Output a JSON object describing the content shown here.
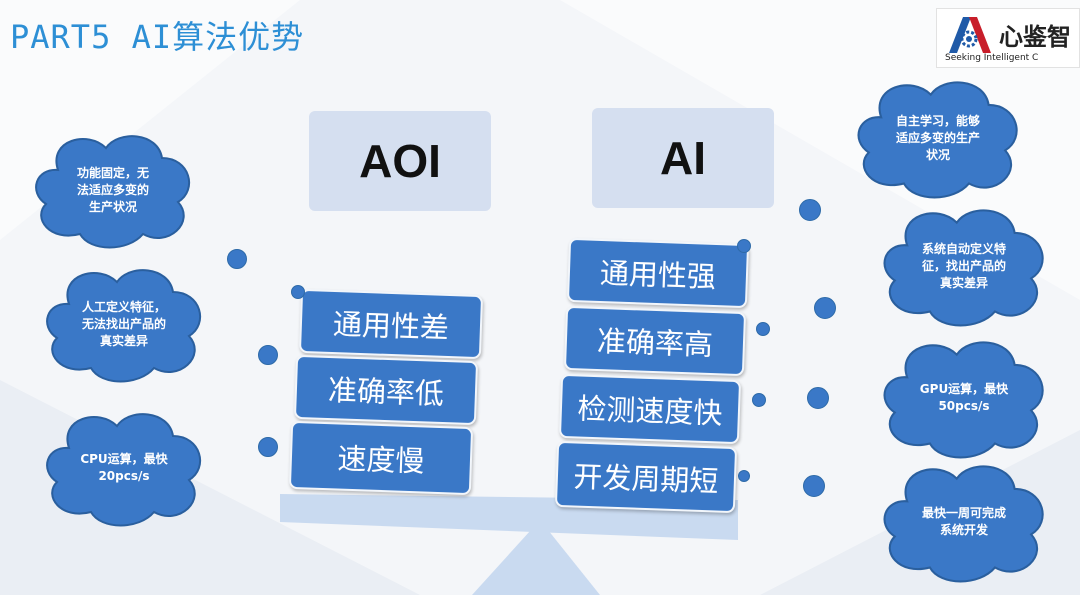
{
  "title": "PART5 AI算法优势",
  "logo": {
    "name": "心鉴智",
    "subtitle": "Seeking Intelligent C"
  },
  "aoi": {
    "header": "AOI",
    "items": [
      "通用性差",
      "准确率低",
      "速度慢"
    ],
    "clouds": [
      "功能固定，无\n法适应多变的\n生产状况",
      "人工定义特征，\n无法找出产品的\n真实差异",
      "CPU运算，最快\n20pcs/s"
    ]
  },
  "ai": {
    "header": "AI",
    "items": [
      "通用性强",
      "准确率高",
      "检测速度快",
      "开发周期短"
    ],
    "clouds": [
      "自主学习，能够\n适应多变的生产\n状况",
      "系统自动定义特\n征，找出产品的\n真实差异",
      "GPU运算，最快\n50pcs/s",
      "最快一周可完成\n系统开发"
    ]
  },
  "colors": {
    "accent": "#2d8fd5",
    "block": "#3a78c7",
    "header_box": "#d5dff0"
  }
}
